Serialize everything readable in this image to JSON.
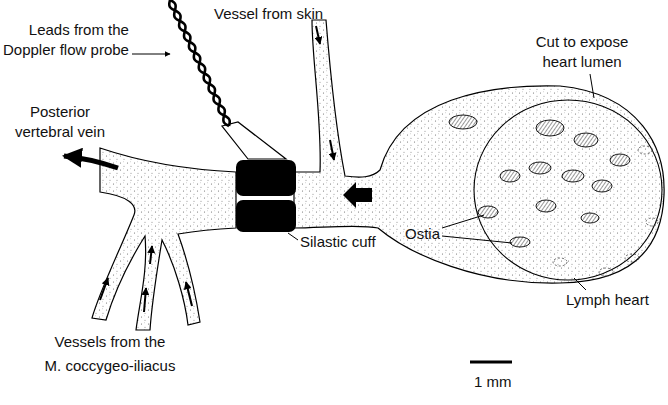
{
  "diagram": {
    "labels": [
      "Leads from the Doppler flow probe",
      "Vessel from skin",
      "Cut to expose heart lumen",
      "Posterior vertebral vein",
      "Silastic cuff",
      "Ostia",
      "Lymph heart",
      "Vessels from the M. coccygeo-iliacus",
      "1 mm"
    ]
  }
}
